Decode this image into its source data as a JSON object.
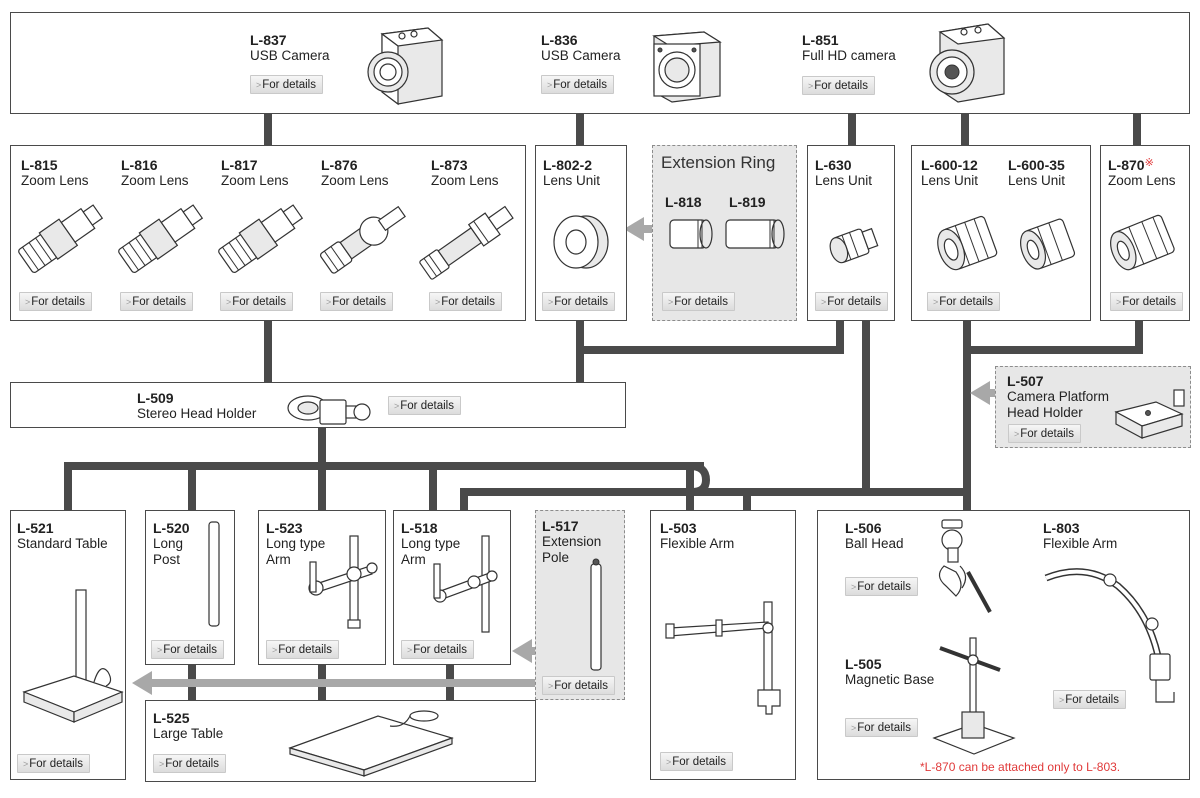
{
  "cameras": [
    {
      "code": "L-837",
      "name": "USB Camera",
      "btn": "For details"
    },
    {
      "code": "L-836",
      "name": "USB Camera",
      "btn": "For details"
    },
    {
      "code": "L-851",
      "name": "Full HD camera",
      "btn": "For details"
    }
  ],
  "zoom_lenses": [
    {
      "code": "L-815",
      "name": "Zoom Lens",
      "btn": "For details"
    },
    {
      "code": "L-816",
      "name": "Zoom Lens",
      "btn": "For details"
    },
    {
      "code": "L-817",
      "name": "Zoom Lens",
      "btn": "For details"
    },
    {
      "code": "L-876",
      "name": "Zoom Lens",
      "btn": "For details"
    },
    {
      "code": "L-873",
      "name": "Zoom Lens",
      "btn": "For details"
    }
  ],
  "l802": {
    "code": "L-802-2",
    "name": "Lens Unit",
    "btn": "For details"
  },
  "extension": {
    "title": "Extension Ring",
    "a": "L-818",
    "b": "L-819",
    "btn": "For details"
  },
  "l630": {
    "code": "L-630",
    "name": "Lens Unit",
    "btn": "For details"
  },
  "l600_12": {
    "code": "L-600-12",
    "name": "Lens Unit"
  },
  "l600_35": {
    "code": "L-600-35",
    "name": "Lens Unit"
  },
  "l600_btn": "For details",
  "l870": {
    "code": "L-870",
    "mark": "※",
    "name": "Zoom Lens",
    "btn": "For details"
  },
  "l509": {
    "code": "L-509",
    "name": "Stereo Head Holder",
    "btn": "For details"
  },
  "l507": {
    "code": "L-507",
    "name1": "Camera Platform",
    "name2": "Head Holder",
    "btn": "For details"
  },
  "l521": {
    "code": "L-521",
    "name": "Standard Table",
    "btn": "For details"
  },
  "l520": {
    "code": "L-520",
    "name1": "Long",
    "name2": "Post",
    "btn": "For details"
  },
  "l523": {
    "code": "L-523",
    "name1": "Long type",
    "name2": "Arm",
    "btn": "For details"
  },
  "l518": {
    "code": "L-518",
    "name1": "Long type",
    "name2": "Arm",
    "btn": "For details"
  },
  "l517": {
    "code": "L-517",
    "name1": "Extension",
    "name2": "Pole",
    "btn": "For details"
  },
  "l503": {
    "code": "L-503",
    "name": "Flexible Arm",
    "btn": "For details"
  },
  "l525": {
    "code": "L-525",
    "name": "Large Table",
    "btn": "For details"
  },
  "l506": {
    "code": "L-506",
    "name": "Ball Head",
    "btn": "For details"
  },
  "l803": {
    "code": "L-803",
    "name": "Flexible Arm",
    "btn": "For details"
  },
  "l505": {
    "code": "L-505",
    "name": "Magnetic Base",
    "btn": "For details"
  },
  "note": "*L-870 can be attached only to L-803."
}
